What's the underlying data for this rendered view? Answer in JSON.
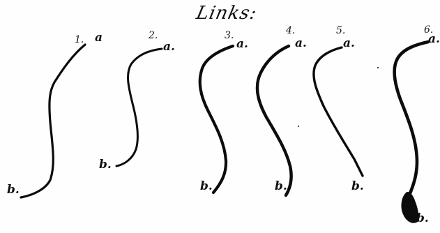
{
  "page": {
    "title": "Links:",
    "ink_color": "#0c0c0c",
    "paper_color": "#fefefe"
  },
  "curves": [
    {
      "number": "1.",
      "start_label": "a",
      "end_label": "b."
    },
    {
      "number": "2.",
      "start_label": "a.",
      "end_label": "b."
    },
    {
      "number": "3.",
      "start_label": "a.",
      "end_label": "b."
    },
    {
      "number": "4.",
      "start_label": "a.",
      "end_label": "b."
    },
    {
      "number": "5.",
      "start_label": "a.",
      "end_label": "b."
    },
    {
      "number": "6.",
      "start_label": "a.",
      "end_label": "b."
    }
  ]
}
